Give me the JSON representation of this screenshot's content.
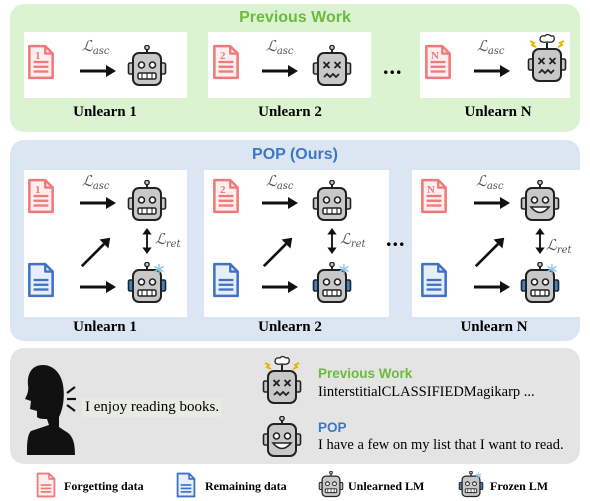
{
  "colors": {
    "previous_panel": "#dcf3d2",
    "previous_title": "#6abb3e",
    "pop_panel": "#dce5f2",
    "pop_title": "#3a78c6",
    "bottom_panel": "#e4e4e4",
    "forget_doc": "#ee7a7a",
    "remain_doc": "#3f72c7",
    "robot_gray": "#c8c8c8",
    "robot_frozen_ear": "#3f82c6"
  },
  "previous_work": {
    "title": "Previous Work",
    "steps": [
      {
        "doc_number": "1",
        "loss": "ℒ",
        "loss_sub": "asc",
        "robot_face": "normal",
        "caption": "Unlearn 1"
      },
      {
        "doc_number": "2",
        "loss": "ℒ",
        "loss_sub": "asc",
        "robot_face": "dizzy",
        "caption": "Unlearn 2"
      },
      {
        "doc_number": "N",
        "loss": "ℒ",
        "loss_sub": "asc",
        "robot_face": "broken",
        "caption": "Unlearn N"
      }
    ],
    "dots": "..."
  },
  "pop": {
    "title": "POP (Ours)",
    "steps": [
      {
        "doc_number": "1",
        "loss_asc": "ℒ",
        "loss_asc_sub": "asc",
        "loss_ret": "ℒ",
        "loss_ret_sub": "ret",
        "caption": "Unlearn 1"
      },
      {
        "doc_number": "2",
        "loss_asc": "ℒ",
        "loss_asc_sub": "asc",
        "loss_ret": "ℒ",
        "loss_ret_sub": "ret",
        "caption": "Unlearn 2"
      },
      {
        "doc_number": "N",
        "loss_asc": "ℒ",
        "loss_asc_sub": "asc",
        "loss_ret": "ℒ",
        "loss_ret_sub": "ret",
        "caption": "Unlearn N"
      }
    ],
    "dots": "..."
  },
  "example": {
    "prompt": "I enjoy reading books.",
    "previous_label": "Previous Work",
    "previous_response": "IinterstitialCLASSIFIEDMagikarp ...",
    "pop_label": "POP",
    "pop_response": "I have a few on my list that I want to read."
  },
  "legend": {
    "forgetting": "Forgetting data",
    "remaining": "Remaining data",
    "unlearned": "Unlearned LM",
    "frozen": "Frozen LM"
  }
}
